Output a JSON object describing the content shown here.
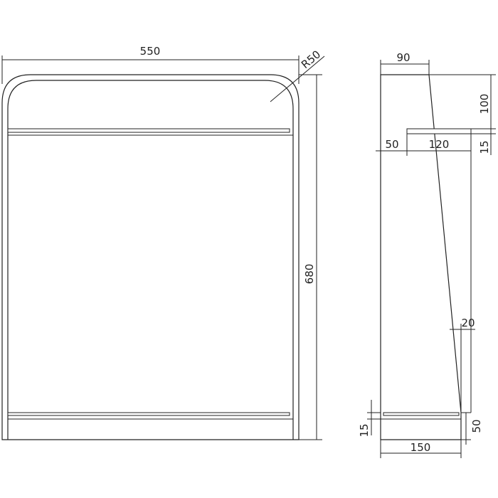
{
  "dimensions": {
    "width": "550",
    "radius": "R50",
    "height": "680",
    "depth_top": "90",
    "top_drop": "100",
    "shelf_thickness_side": "15",
    "shelf_offset": "50",
    "shelf_depth": "120",
    "bottom_offset": "20",
    "base_height_front": "15",
    "base_height_side": "50",
    "base_depth": "150"
  },
  "colors": {
    "line": "#222222",
    "background": "#ffffff"
  }
}
